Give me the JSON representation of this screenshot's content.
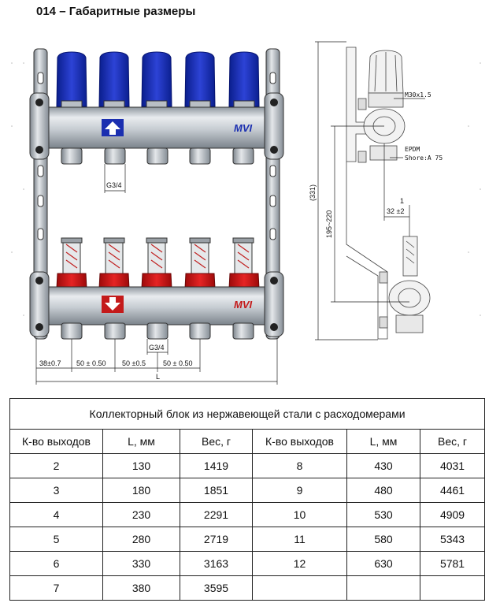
{
  "title": "014 – Габаритные размеры",
  "drawing": {
    "brand": "MVI",
    "dims": {
      "g34_top": "G3/4",
      "g34_bottom": "G3/4",
      "d_left": "38±0.7",
      "d_p1": "50 ± 0.50",
      "d_p2": "50 ±0.5",
      "d_p3": "50 ± 0.50",
      "d_L": "L",
      "d_331": "(331)",
      "d_195": "195~220",
      "d_32": "32 ±2",
      "d_1": "1"
    },
    "labels": {
      "m30": "M30x1.5",
      "epdm": "EPDM",
      "shore": "Shore:A 75"
    }
  },
  "table": {
    "caption": "Коллекторный блок из нержавеющей стали с расходомерами",
    "headers": [
      "К-во выходов",
      "L, мм",
      "Вес, г",
      "К-во выходов",
      "L, мм",
      "Вес, г"
    ],
    "rows": [
      [
        "2",
        "130",
        "1419",
        "8",
        "430",
        "4031"
      ],
      [
        "3",
        "180",
        "1851",
        "9",
        "480",
        "4461"
      ],
      [
        "4",
        "230",
        "2291",
        "10",
        "530",
        "4909"
      ],
      [
        "5",
        "280",
        "2719",
        "11",
        "580",
        "5343"
      ],
      [
        "6",
        "330",
        "3163",
        "12",
        "630",
        "5781"
      ],
      [
        "7",
        "380",
        "3595",
        "",
        "",
        ""
      ]
    ]
  }
}
